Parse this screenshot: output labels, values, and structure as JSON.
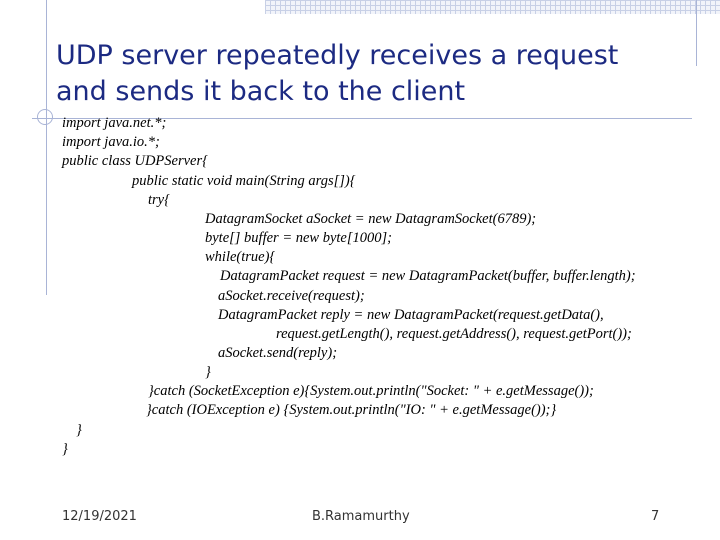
{
  "title": "UDP server repeatedly receives a request and sends it back to the client",
  "code_lines": [
    "import java.net.*;",
    "import java.io.*;",
    "public class UDPServer{",
    "public static void main(String args[]){",
    "try{",
    "DatagramSocket aSocket = new DatagramSocket(6789);",
    "byte[] buffer = new byte[1000];",
    "while(true){",
    "DatagramPacket request = new DatagramPacket(buffer, buffer.length);",
    "aSocket.receive(request);",
    "DatagramPacket reply = new DatagramPacket(request.getData(),",
    "request.getLength(), request.getAddress(), request.getPort());",
    "aSocket.send(reply);",
    "}",
    "}catch (SocketException e){System.out.println(\"Socket: \" + e.getMessage());",
    "}catch (IOException e) {System.out.println(\"IO: \" + e.getMessage());}",
    "}",
    "}"
  ],
  "footer": {
    "date": "12/19/2021",
    "author": "B.Ramamurthy",
    "page_number": "7"
  }
}
